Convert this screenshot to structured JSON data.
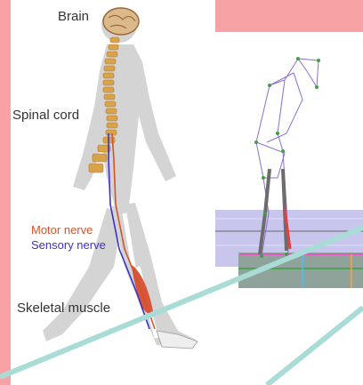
{
  "labels": {
    "brain": "Brain",
    "spinal_cord": "Spinal cord",
    "motor_nerve": "Motor nerve",
    "sensory_nerve": "Sensory nerve",
    "skeletal_muscle": "Skeletal muscle"
  },
  "colors": {
    "background": "#f7a3a6",
    "motor_nerve": "#d2542a",
    "sensory_nerve": "#3a32c8",
    "body_silhouette": "#cfcfcf",
    "spine": "#d7a04a",
    "diagonal_stripe": "#a9dcd6"
  }
}
